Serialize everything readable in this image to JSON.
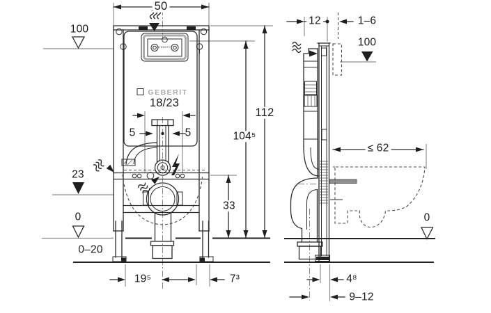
{
  "drawing": {
    "front": {
      "width": "50",
      "level_top": "100",
      "plate_brand": "GEBERIT",
      "print_brand": "GEBERIT",
      "model": "18/23",
      "pipe_offset_left": "5",
      "pipe_offset_right": "5",
      "level_mid": "23",
      "level_zero": "0",
      "floor_range": "0–20",
      "dim_leg": "19⁵",
      "dim_corner": "7³",
      "dim_height": "112",
      "dim_actuator": "104⁵",
      "dim_outlet": "33"
    },
    "side": {
      "dim_depth": "12",
      "dim_wall": "1–6",
      "level_top": "100",
      "dim_reach": "≤ 62",
      "level_zero": "0",
      "dim_out1": "4⁸",
      "dim_out2": "9–12"
    },
    "colors": {
      "ink": "#2a2a2a",
      "reference_gray": "#8f8f8f"
    }
  }
}
